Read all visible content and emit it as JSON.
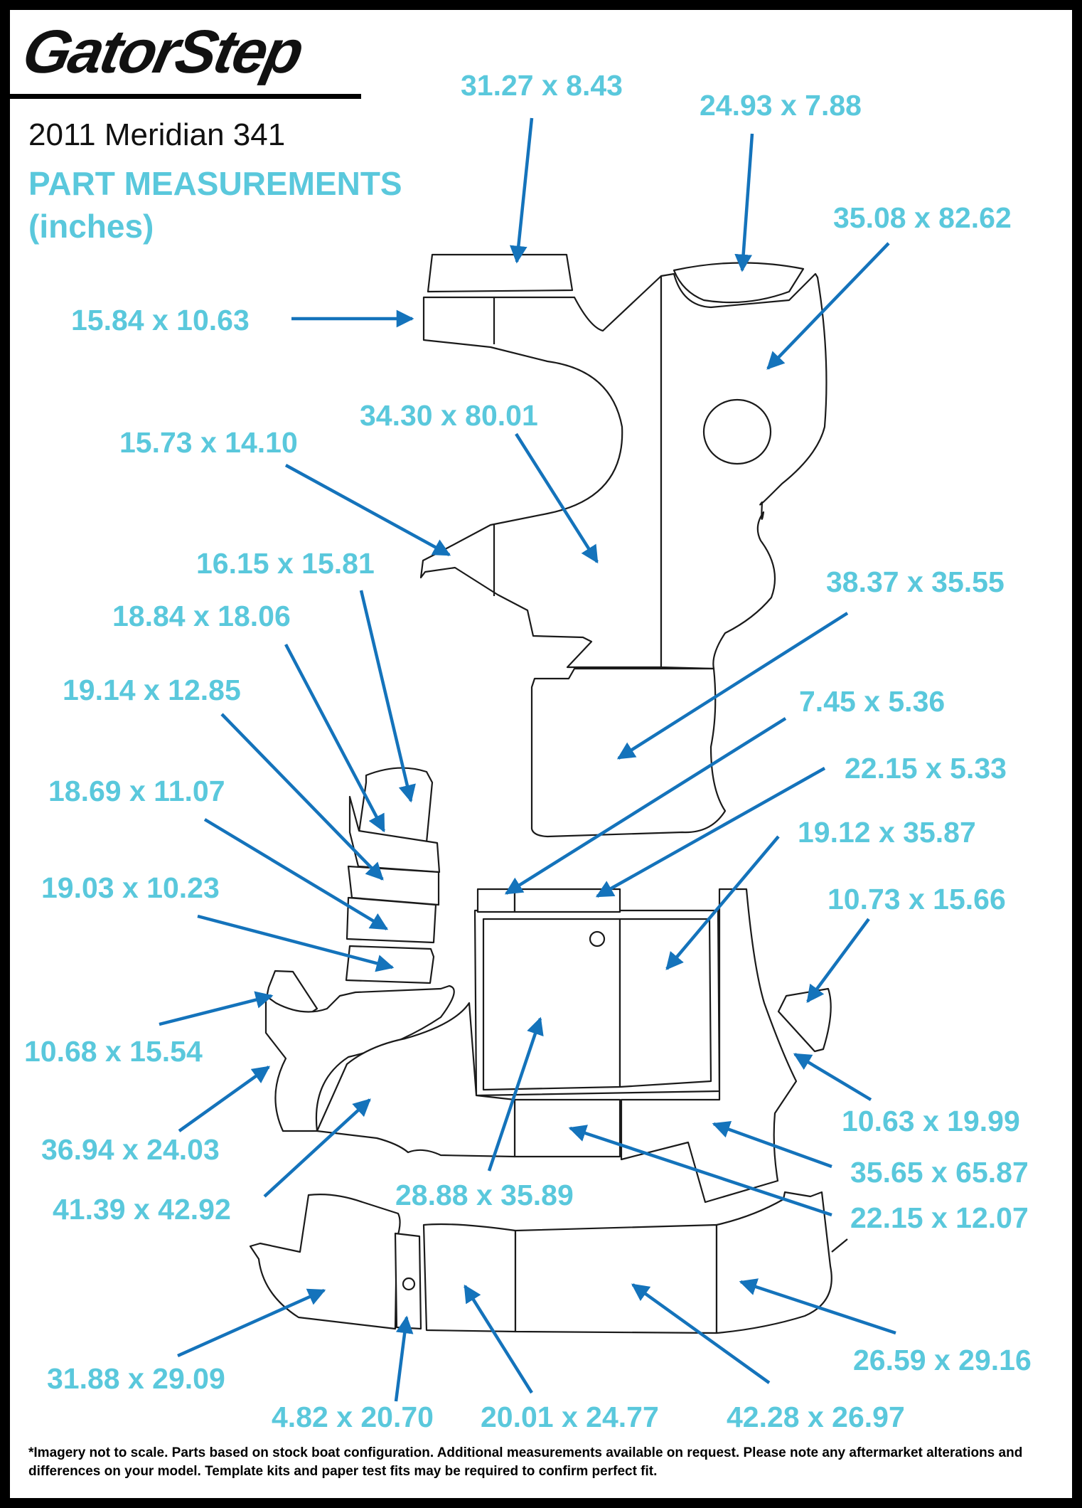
{
  "brand": {
    "logo_text": "GatorStep"
  },
  "header": {
    "model": "2011 Meridian 341",
    "title": "PART MEASUREMENTS",
    "unit": "(inches)"
  },
  "colors": {
    "label": "#5ac8dc",
    "arrow": "#1473bb",
    "outline": "#1a1a1a",
    "border": "#000000"
  },
  "measurements": {
    "m01": "31.27 x 8.43",
    "m02": "24.93 x 7.88",
    "m03": "35.08 x 82.62",
    "m04": "15.84 x 10.63",
    "m05": "34.30 x 80.01",
    "m06": "15.73 x 14.10",
    "m07": "16.15 x 15.81",
    "m08": "38.37 x 35.55",
    "m09": "18.84 x 18.06",
    "m10": "19.14 x 12.85",
    "m11": "7.45 x 5.36",
    "m12": "22.15 x 5.33",
    "m13": "18.69 x 11.07",
    "m14": "19.12 x 35.87",
    "m15": "19.03 x 10.23",
    "m16": "10.73 x 15.66",
    "m17": "10.68 x 15.54",
    "m18": "10.63 x 19.99",
    "m19": "36.94 x 24.03",
    "m20": "35.65 x 65.87",
    "m21": "41.39 x 42.92",
    "m22": "28.88 x 35.89",
    "m23": "22.15 x 12.07",
    "m24": "26.59 x 29.16",
    "m25": "31.88 x 29.09",
    "m26": "4.82 x 20.70",
    "m27": "20.01 x 24.77",
    "m28": "42.28 x 26.97"
  },
  "footer": {
    "disclaimer": "*Imagery not to scale. Parts based on stock boat configuration. Additional measurements available on request. Please note any aftermarket alterations and differences on your model. Template kits and paper test fits may be required to confirm perfect fit."
  }
}
